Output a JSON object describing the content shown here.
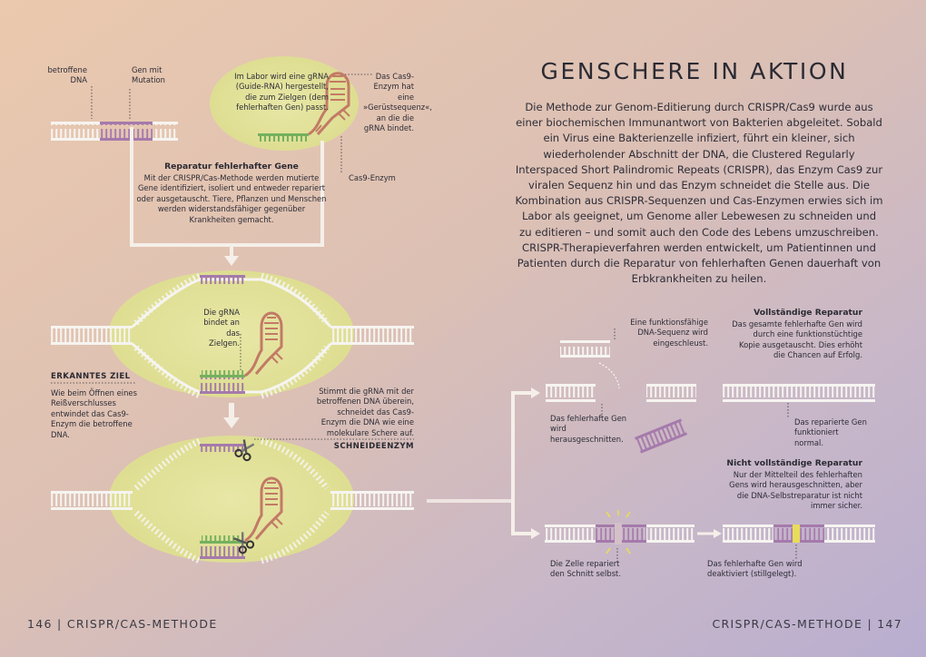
{
  "colors": {
    "dna_white": "#f4f2ee",
    "gene_purple": "#a57aab",
    "grna_green": "#74b15f",
    "rna_red": "#c27a66",
    "cell_yellow": "#eaeaa0",
    "arrow": "#f5efe9"
  },
  "icons": [
    "scissors-icon",
    "spark-icon"
  ],
  "left_page": {
    "labels": {
      "affected_dna": "betroffene DNA",
      "gene_mutation": "Gen mit Mutation",
      "lab_grna": "Im Labor wird eine gRNA (Guide-RNA) hergestellt, die zum Zielgen (dem fehlerhaften Gen) passt.",
      "cas9_scaffold": "Das Cas9-Enzym hat eine »Gerüstsequenz«, an die die gRNA bindet.",
      "cas9_enzyme": "Cas9-Enzym",
      "repair_title": "Reparatur fehlerhafter Gene",
      "repair_text": "Mit der CRISPR/Cas-Methode werden mutierte Gene identifiziert, isoliert und entweder repariert oder ausgetauscht. Tiere, Pflanzen und Menschen werden widerstandsfähiger gegenüber Krankheiten gemacht.",
      "grna_binds": "Die gRNA bindet an das Zielgen.",
      "target_heading": "ERKANNTES ZIEL",
      "target_text": "Wie beim Öffnen eines Reißverschlusses entwindet das Cas9-Enzym die betroffene DNA.",
      "cut_text": "Stimmt die gRNA mit der betroffenen DNA überein, schneidet das Cas9-Enzym die DNA wie eine molekulare Schere auf.",
      "cut_heading": "SCHNEIDEENZYM"
    },
    "footer": {
      "page": "146",
      "sep": "|",
      "section": "CRISPR/CAS-METHODE"
    }
  },
  "right_page": {
    "title": "GENSCHERE IN AKTION",
    "intro": "Die Methode zur Genom-Editierung durch CRISPR/Cas9 wurde aus einer biochemischen Immunantwort von Bakterien abgeleitet. Sobald ein Virus eine Bakterienzelle infiziert, führt ein kleiner, sich wiederholender Abschnitt der DNA, die Clustered Regularly Interspaced Short Palindromic Repeats (CRISPR), das Enzym Cas9 zur viralen Sequenz hin und das Enzym schneidet die Stelle aus. Die Kombination aus CRISPR-Sequenzen und Cas-Enzymen erwies sich im Labor als geeignet, um Genome aller Lebewesen zu schneiden und zu editieren – und somit auch den Code des Lebens umzuschreiben. CRISPR-Therapieverfahren werden entwickelt, um Patientinnen und Patienten durch die Reparatur von fehlerhaften Genen dauerhaft von Erbkrankheiten zu heilen.",
    "full_repair": {
      "title": "Vollständige Reparatur",
      "text": "Das gesamte fehlerhafte Gen wird durch eine funktionstüchtige Kopie ausgetauscht. Dies erhöht die Chancen auf Erfolg.",
      "new_seq": "Eine funktionsfähige DNA-Sequenz wird eingeschleust.",
      "cut_out": "Das fehlerhafte Gen wird herausgeschnitten.",
      "repaired": "Das reparierte Gen funktioniert normal."
    },
    "partial_repair": {
      "title": "Nicht vollständige Reparatur",
      "text": "Nur der Mittelteil des fehlerhaften Gens wird herausgeschnitten, aber die DNA-Selbstreparatur ist nicht immer sicher.",
      "self_repair": "Die Zelle repariert den Schnitt selbst.",
      "deactivated": "Das fehlerhafte Gen wird deaktiviert (stillgelegt)."
    },
    "footer": {
      "section": "CRISPR/CAS-METHODE",
      "sep": "|",
      "page": "147"
    }
  }
}
